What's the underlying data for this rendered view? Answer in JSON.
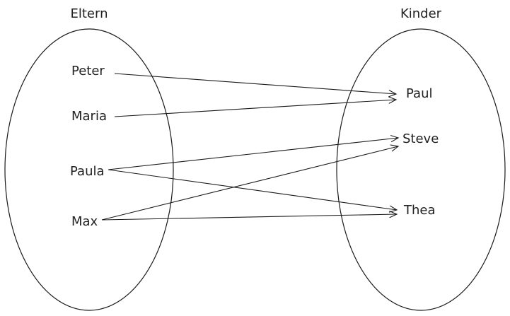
{
  "domain_set": {
    "title": "Eltern",
    "elements": [
      "Peter",
      "Maria",
      "Paula",
      "Max"
    ]
  },
  "codomain_set": {
    "title": "Kinder",
    "elements": [
      "Paul",
      "Steve",
      "Thea"
    ]
  },
  "mappings": [
    {
      "from": "Peter",
      "to": "Paul"
    },
    {
      "from": "Maria",
      "to": "Paul"
    },
    {
      "from": "Paula",
      "to": "Steve"
    },
    {
      "from": "Paula",
      "to": "Thea"
    },
    {
      "from": "Max",
      "to": "Steve"
    },
    {
      "from": "Max",
      "to": "Thea"
    }
  ],
  "colors": {
    "stroke": "#1a1a1a",
    "text": "#222222",
    "background": "#ffffff"
  }
}
